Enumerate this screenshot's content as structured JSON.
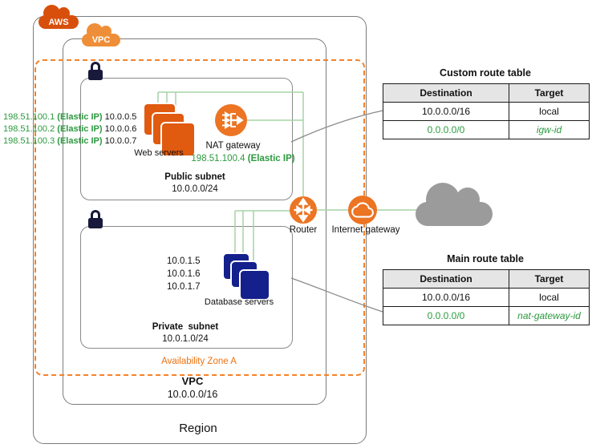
{
  "badges": {
    "aws": "AWS",
    "vpc": "VPC"
  },
  "region": {
    "label": "Region"
  },
  "vpc_box": {
    "title": "VPC",
    "cidr": "10.0.0.0/16"
  },
  "availability_zone": {
    "label": "Availability Zone A"
  },
  "public_subnet": {
    "title": "Public subnet",
    "cidr": "10.0.0.0/24",
    "servers_label": "Web servers",
    "elastic_ips": [
      {
        "eip": "198.51.100.1",
        "suffix": "(Elastic IP)",
        "ip": "10.0.0.5"
      },
      {
        "eip": "198.51.100.2",
        "suffix": "(Elastic IP)",
        "ip": "10.0.0.6"
      },
      {
        "eip": "198.51.100.3",
        "suffix": "(Elastic IP)",
        "ip": "10.0.0.7"
      }
    ],
    "nat": {
      "label": "NAT gateway",
      "eip": "198.51.100.4",
      "suffix": "(Elastic IP)"
    }
  },
  "private_subnet": {
    "title": "Private  subnet",
    "cidr": "10.0.1.0/24",
    "servers_label": "Database servers",
    "ips": [
      "10.0.1.5",
      "10.0.1.6",
      "10.0.1.7"
    ]
  },
  "router": {
    "label": "Router"
  },
  "internet_gateway": {
    "label": "Internet gateway"
  },
  "tables": {
    "custom": {
      "title": "Custom route table",
      "headers": [
        "Destination",
        "Target"
      ],
      "rows": [
        {
          "destination": "10.0.0.0/16",
          "target": "local"
        },
        {
          "destination": "0.0.0.0/0",
          "target": "igw-id"
        }
      ]
    },
    "main": {
      "title": "Main route table",
      "headers": [
        "Destination",
        "Target"
      ],
      "rows": [
        {
          "destination": "10.0.0.0/16",
          "target": "local"
        },
        {
          "destination": "0.0.0.0/0",
          "target": "nat-gateway-id"
        }
      ]
    }
  },
  "colors": {
    "aws_cloud": "#d84f0b",
    "vpc_cloud": "#ef8e38",
    "web_server": "#e05a10",
    "db_server": "#14208c",
    "service_circle": "#ec7423",
    "green_text": "#2c9a3f",
    "green_line": "#a5d3a5",
    "az_dashed": "#f5822a",
    "internet_cloud": "#9b9b9b",
    "lock": "#19193b",
    "box_border": "#7c7c7c"
  }
}
